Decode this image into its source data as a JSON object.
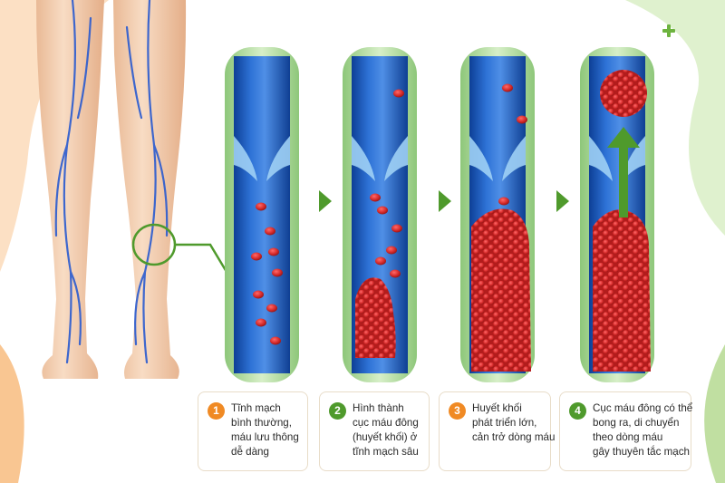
{
  "colors": {
    "orange": "#f08a24",
    "green": "#4f9a2c",
    "vein_blue": "#1f5fbf",
    "blood_red": "#d52a2a",
    "skin": "#f6d7bd"
  },
  "decor": {
    "plus_icon": "plus-icon",
    "arrow_icon": "chevron-right-icon"
  },
  "steps": [
    {
      "number": "1",
      "lines": [
        "Tĩnh mạch",
        "bình thường,",
        "máu lưu thông",
        "dễ dàng"
      ]
    },
    {
      "number": "2",
      "lines": [
        "Hình thành",
        "cục máu đông",
        "(huyết khối) ở",
        "tĩnh mạch sâu"
      ]
    },
    {
      "number": "3",
      "lines": [
        "Huyết khối",
        "phát triển lớn,",
        "cản trở dòng máu"
      ]
    },
    {
      "number": "4",
      "lines": [
        "Cục máu đông có thể",
        "bong ra, di chuyển",
        "theo dòng máu",
        "gây thuyên tắc mạch"
      ]
    }
  ]
}
